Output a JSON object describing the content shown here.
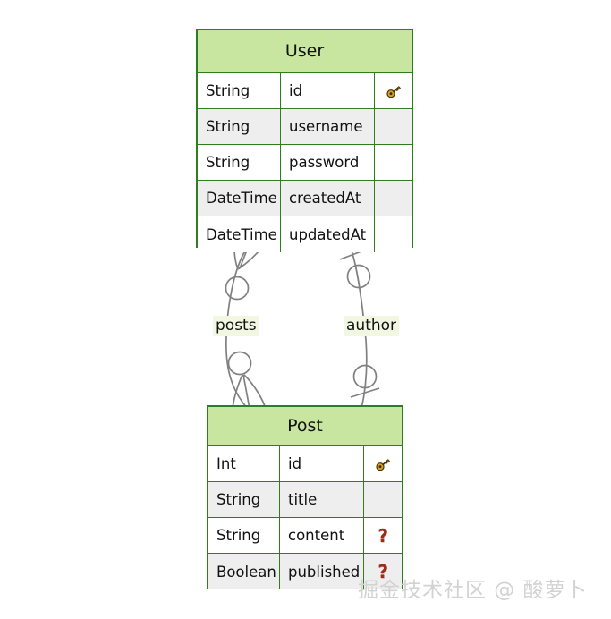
{
  "diagram": {
    "type": "entity-relationship-diagram",
    "background_color": "#ffffff",
    "entity_header_color": "#c9e6a0",
    "entity_border_color": "#2f7d1f",
    "relationship_line_color": "#808080",
    "row_alt_color": "#eeeeee",
    "key_icon_color": "#d3a518",
    "nullable_icon_color": "#a32b16",
    "label_highlight_color": "#f2f7e2"
  },
  "entities": [
    {
      "name": "User",
      "title": "User",
      "attributes": [
        {
          "type": "String",
          "name": "id",
          "marker": "key-icon",
          "marker_text": ""
        },
        {
          "type": "String",
          "name": "username",
          "marker": "none",
          "marker_text": ""
        },
        {
          "type": "String",
          "name": "password",
          "marker": "none",
          "marker_text": ""
        },
        {
          "type": "DateTime",
          "name": "createdAt",
          "marker": "none",
          "marker_text": ""
        },
        {
          "type": "DateTime",
          "name": "updatedAt",
          "marker": "none",
          "marker_text": ""
        }
      ]
    },
    {
      "name": "Post",
      "title": "Post",
      "attributes": [
        {
          "type": "Int",
          "name": "id",
          "marker": "key-icon",
          "marker_text": ""
        },
        {
          "type": "String",
          "name": "title",
          "marker": "none",
          "marker_text": ""
        },
        {
          "type": "String",
          "name": "content",
          "marker": "nullable-icon",
          "marker_text": "?"
        },
        {
          "type": "Boolean",
          "name": "published",
          "marker": "nullable-icon",
          "marker_text": "?"
        }
      ]
    }
  ],
  "relationships": [
    {
      "label": "posts",
      "from": "User",
      "to": "Post",
      "from_cardinality": "zero-or-many",
      "to_cardinality": "zero-or-many"
    },
    {
      "label": "author",
      "from": "User",
      "to": "Post",
      "from_cardinality": "zero-or-one",
      "to_cardinality": "zero-or-one"
    }
  ],
  "watermark": {
    "text": "掘金技术社区 @ 酸萝卜"
  }
}
